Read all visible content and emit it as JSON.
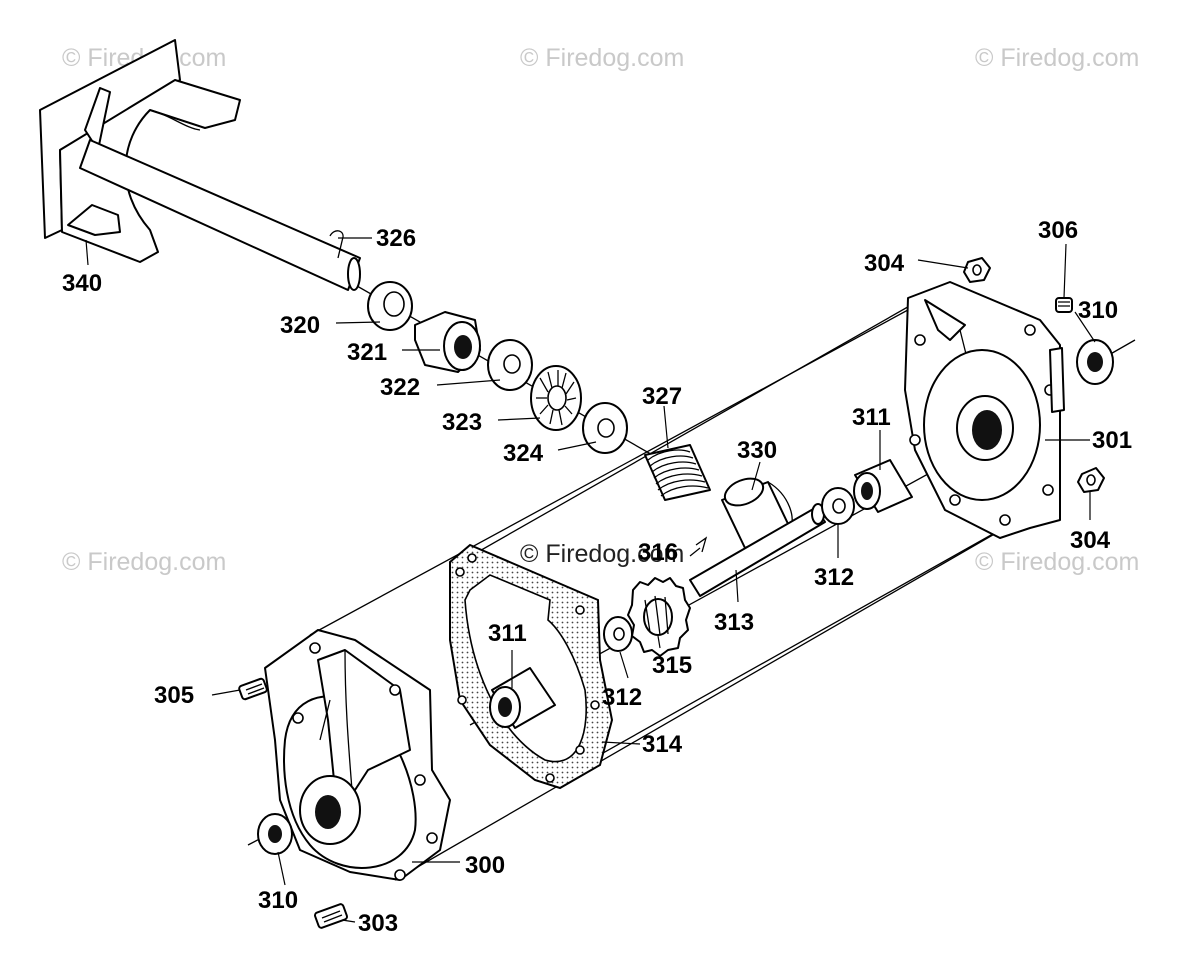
{
  "watermarks": [
    "© Firedog.com",
    "© Firedog.com",
    "© Firedog.com",
    "© Firedog.com",
    "© Firedog.com",
    "© Firedog.com"
  ],
  "callouts": {
    "c340": "340",
    "c326": "326",
    "c320": "320",
    "c321": "321",
    "c322": "322",
    "c323": "323",
    "c324": "324",
    "c327": "327",
    "c330": "330",
    "c311a": "311",
    "c301": "301",
    "c304a": "304",
    "c306": "306",
    "c310a": "310",
    "c304b": "304",
    "c312a": "312",
    "c313": "313",
    "c316": "316",
    "c315": "315",
    "c312b": "312",
    "c311b": "311",
    "c314": "314",
    "c305": "305",
    "c300": "300",
    "c310b": "310",
    "c303": "303"
  }
}
